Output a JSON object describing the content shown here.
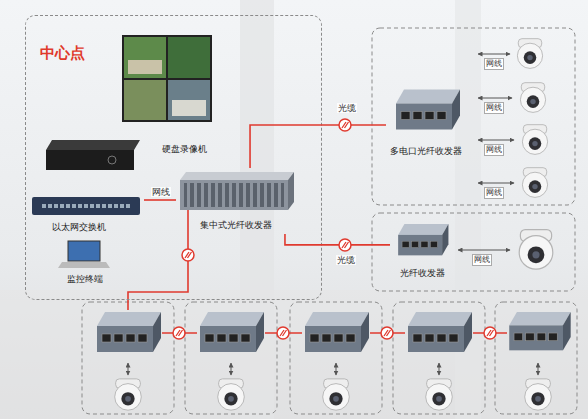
{
  "diagram": {
    "nodes": [
      {
        "text": [
          "中心点"
        ]
      },
      {
        "text": [
          "硬盘录像机"
        ],
        "in": 0
      },
      {
        "text": [
          "以太网交换机"
        ],
        "in": 0
      },
      {
        "text": [
          "监控终端"
        ],
        "in": 0
      },
      {
        "text": [
          "集中式光纤收发器"
        ],
        "in": 0
      },
      {
        "text": [
          "多电口光纤收发器"
        ]
      },
      {
        "text": [
          "光纤收发器"
        ]
      }
    ],
    "edges": [
      {
        "from": 4,
        "to": 5,
        "label": "光缆",
        "arrow": "none"
      },
      {
        "from": 4,
        "to": 6,
        "label": "光缆",
        "arrow": "none"
      },
      {
        "from": 2,
        "to": 4,
        "label": "网线",
        "arrow": "none"
      }
    ],
    "labels": [
      "网线",
      "网线",
      "网线",
      "网线",
      "网线"
    ]
  }
}
